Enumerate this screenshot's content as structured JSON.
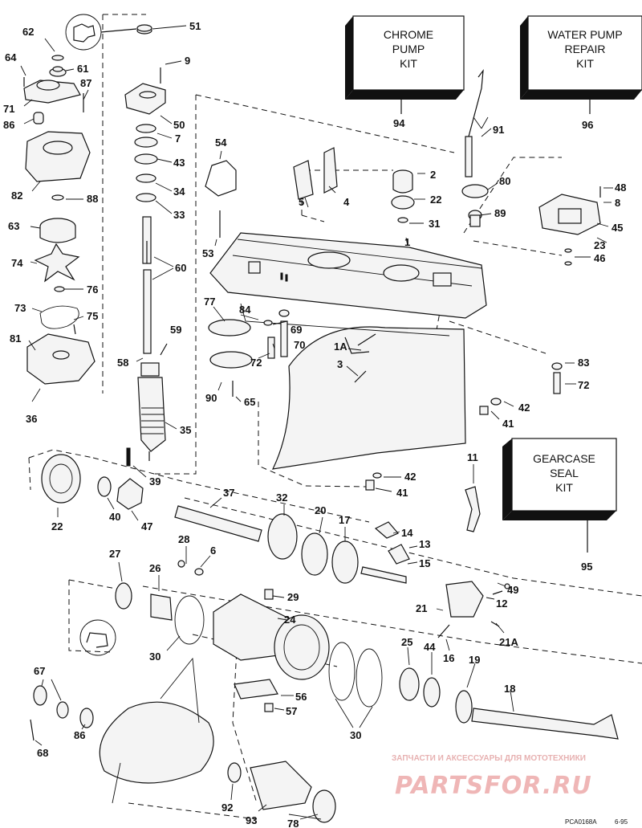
{
  "kits": [
    {
      "id": "chrome",
      "lines": [
        "CHROME",
        "PUMP",
        "KIT"
      ],
      "ref": "94"
    },
    {
      "id": "water",
      "lines": [
        "WATER PUMP",
        "REPAIR",
        "KIT"
      ],
      "ref": "96"
    },
    {
      "id": "seal",
      "lines": [
        "GEARCASE",
        "SEAL",
        "KIT"
      ],
      "ref": "95"
    }
  ],
  "labels": {
    "l1": "1",
    "l1a": "1A",
    "l2": "2",
    "l3": "3",
    "l4": "4",
    "l5": "5",
    "l6": "6",
    "l7": "7",
    "l8": "8",
    "l9": "9",
    "l11": "11",
    "l12": "12",
    "l13": "13",
    "l14": "14",
    "l15": "15",
    "l16": "16",
    "l17": "17",
    "l18": "18",
    "l19": "19",
    "l20": "20",
    "l21": "21",
    "l21a": "21A",
    "l22a": "22",
    "l22b": "22",
    "l23": "23",
    "l24": "24",
    "l25": "25",
    "l26": "26",
    "l27": "27",
    "l28": "28",
    "l29": "29",
    "l30a": "30",
    "l30b": "30",
    "l31": "31",
    "l32": "32",
    "l33": "33",
    "l34": "34",
    "l35": "35",
    "l36": "36",
    "l37": "37",
    "l39": "39",
    "l40": "40",
    "l41a": "41",
    "l41b": "41",
    "l42a": "42",
    "l42b": "42",
    "l43": "43",
    "l44": "44",
    "l45": "45",
    "l46": "46",
    "l47": "47",
    "l48": "48",
    "l49": "49",
    "l50": "50",
    "l51": "51",
    "l53": "53",
    "l54": "54",
    "l56": "56",
    "l57": "57",
    "l58": "58",
    "l59": "59",
    "l60": "60",
    "l61": "61",
    "l62": "62",
    "l63": "63",
    "l64": "64",
    "l65": "65",
    "l67": "67",
    "l68": "68",
    "l69": "69",
    "l70": "70",
    "l71": "71",
    "l72a": "72",
    "l72b": "72",
    "l73": "73",
    "l74": "74",
    "l75": "75",
    "l76": "76",
    "l77": "77",
    "l78": "78",
    "l80": "80",
    "l81": "81",
    "l82": "82",
    "l83": "83",
    "l84": "84",
    "l86a": "86",
    "l86b": "86",
    "l87": "87",
    "l88": "88",
    "l89": "89",
    "l90": "90",
    "l91": "91",
    "l92": "92",
    "l93": "93"
  },
  "footer": {
    "code": "PCA0168A",
    "date": "6-95"
  },
  "watermark": {
    "tagline": "ЗАПЧАСТИ И АКСЕССУАРЫ ДЛЯ МОТОТЕХНИКИ",
    "brand": "PARTSFOR.RU"
  }
}
